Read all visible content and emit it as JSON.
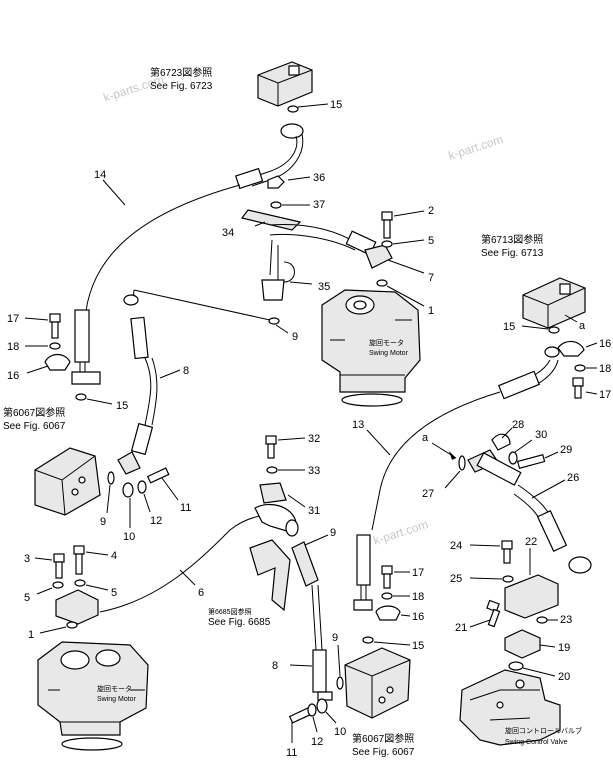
{
  "watermarks": [
    "k-parts.com",
    "k-part.com",
    "k-part.com"
  ],
  "references": {
    "fig6723_jp": "第6723図参照",
    "fig6723_en": "See Fig. 6723",
    "fig6713_jp": "第6713図参照",
    "fig6713_en": "See Fig. 6713",
    "fig6067a_jp": "第6067図参照",
    "fig6067a_en": "See Fig. 6067",
    "fig6685_jp": "第6685図参照",
    "fig6685_en": "See Fig. 6685",
    "fig6067b_jp": "第6067図参照",
    "fig6067b_en": "See Fig. 6067"
  },
  "components": {
    "swing_motor_1_jp": "旋回モータ",
    "swing_motor_1_en": "Swing Motor",
    "swing_motor_2_jp": "旋回モータ",
    "swing_motor_2_en": "Swing Motor",
    "control_valve_jp": "旋回コントロールバルブ",
    "control_valve_en": "Swing Control Valve"
  },
  "callouts": {
    "c15a": "15",
    "c36": "36",
    "c37": "37",
    "c34": "34",
    "c14": "14",
    "c2": "2",
    "c5a": "5",
    "c7": "7",
    "c35": "35",
    "c1a": "1",
    "c9a": "9",
    "c17a": "17",
    "c18a": "18",
    "c16a": "16",
    "c15b": "15",
    "c8": "8",
    "c15c": "15",
    "a1": "a",
    "c16b": "16",
    "c18b": "18",
    "c17b": "17",
    "c13": "13",
    "c28": "28",
    "c30": "30",
    "c29": "29",
    "a2": "a",
    "c27": "27",
    "c26": "26",
    "c32": "32",
    "c33": "33",
    "c31": "31",
    "c9b": "9",
    "c10a": "10",
    "c12a": "12",
    "c11a": "11",
    "c3": "3",
    "c4": "4",
    "c5b": "5",
    "c5c": "5",
    "c6": "6",
    "c1b": "1",
    "c9c": "9",
    "c24": "24",
    "c22": "22",
    "c25": "25",
    "c17c": "17",
    "c18c": "18",
    "c16c": "16",
    "c15d": "15",
    "c23": "23",
    "c21": "21",
    "c19": "19",
    "c20": "20",
    "c9d": "9",
    "c8b": "8",
    "c10b": "10",
    "c11b": "11",
    "c12b": "12"
  }
}
